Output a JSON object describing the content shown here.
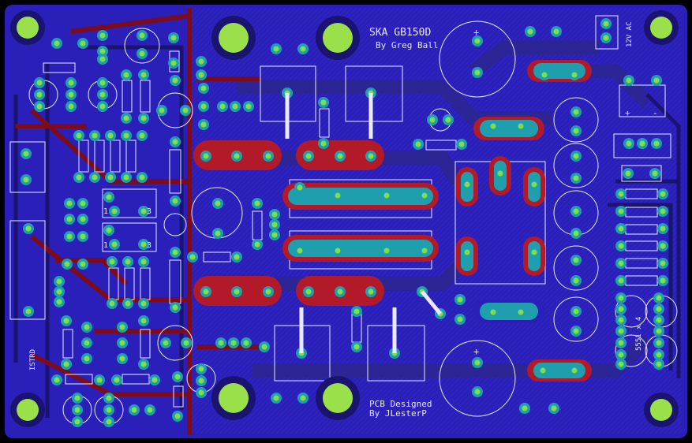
{
  "board": {
    "title": "SKA GB150D",
    "author": "By Greg Ball",
    "designed_line1": "PCB Designed",
    "designed_line2": "By JLesterP",
    "power_label": "12V AC",
    "chip_label": "5551 x 4",
    "vertical_tag": "ISTRD",
    "pot_labels": [
      "1",
      "3",
      "1",
      "3"
    ],
    "capacitor_signs": [
      "+",
      "-"
    ]
  },
  "colors": {
    "background": "#000000",
    "board": "#2a1fb8",
    "pour": "#3526d0",
    "top_trace": "#7a0c1e",
    "bottom_trace": "#23238a",
    "pad": "#1f9fae",
    "pad_core": "#7ce04a",
    "pad_ring": "#b21a2a",
    "silkscreen": "#e8e8ff"
  }
}
